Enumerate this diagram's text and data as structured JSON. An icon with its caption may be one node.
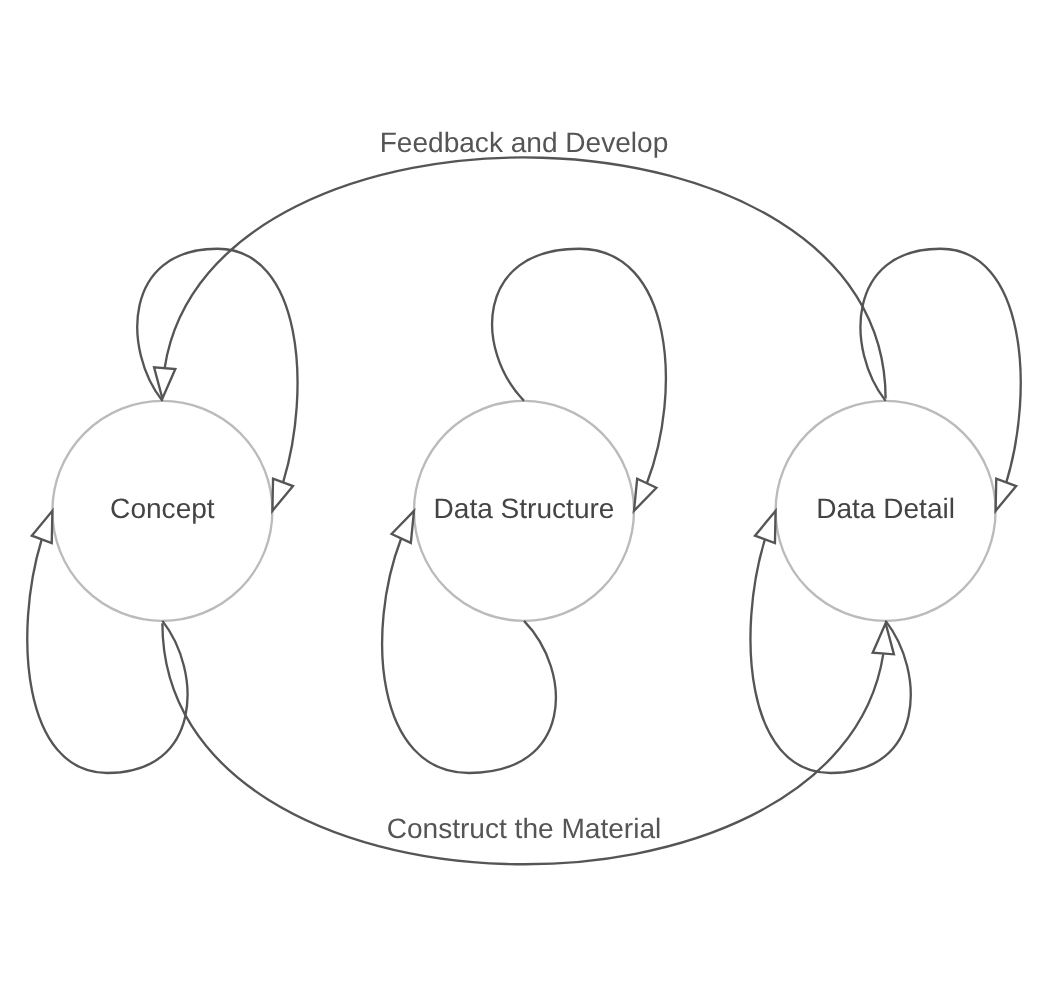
{
  "diagram": {
    "nodes": [
      {
        "text": [
          "Concept"
        ]
      },
      {
        "text": [
          "Data Structure"
        ]
      },
      {
        "text": [
          "Data Detail"
        ]
      }
    ],
    "edges": [
      {
        "from": 2,
        "to": 0,
        "arrow": "to",
        "label": "Feedback and Develop"
      },
      {
        "from": 0,
        "to": 0,
        "arrow": "to"
      },
      {
        "from": 0,
        "to": 0,
        "arrow": "to"
      },
      {
        "from": 1,
        "to": 1,
        "arrow": "to"
      },
      {
        "from": 1,
        "to": 1,
        "arrow": "to"
      },
      {
        "from": 2,
        "to": 2,
        "arrow": "to"
      },
      {
        "from": 2,
        "to": 2,
        "arrow": "to"
      },
      {
        "from": 0,
        "to": 2,
        "arrow": "to",
        "label": "Construct the Material"
      }
    ]
  }
}
